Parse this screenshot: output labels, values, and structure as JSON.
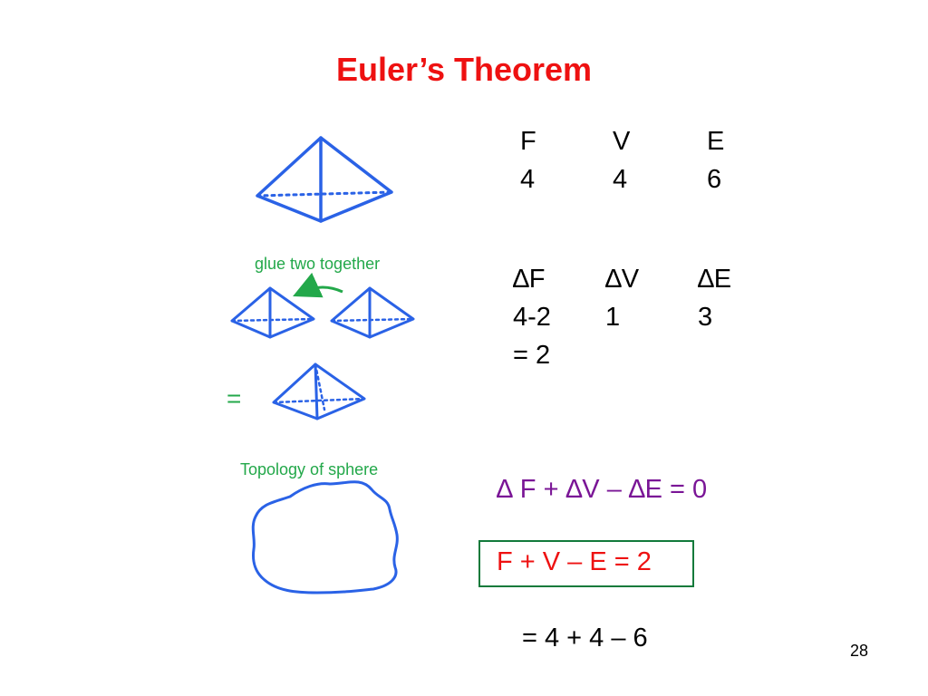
{
  "slide": {
    "title": "Euler’s Theorem",
    "page_number": "28"
  },
  "table1": {
    "headers": [
      "F",
      "V",
      "E"
    ],
    "values": [
      "4",
      "4",
      "6"
    ]
  },
  "table2": {
    "headers": [
      "∆F",
      "∆V",
      "∆E"
    ],
    "row1": [
      "4-2",
      "1",
      "3"
    ],
    "row2": "= 2"
  },
  "captions": {
    "glue": "glue two together",
    "equals": "=",
    "topology": "Topology of sphere"
  },
  "equations": {
    "delta": "∆ F + ∆V – ∆E = 0",
    "euler": "F + V – E = 2",
    "substitution": "= 4 + 4 – 6"
  },
  "colors": {
    "title": "#ee1111",
    "pyramid": "#2a62e6",
    "caption": "#23a84a",
    "delta_equation": "#7a1596",
    "euler_equation": "#ee1111",
    "box_border": "#127a3b"
  }
}
